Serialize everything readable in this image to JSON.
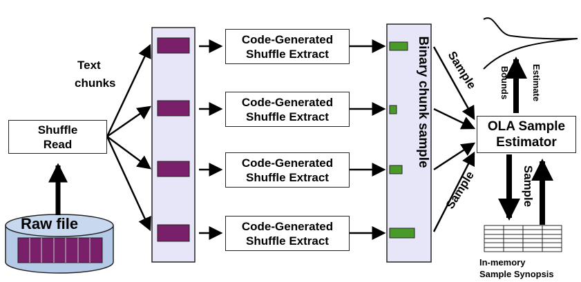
{
  "raw_file": {
    "label": "Raw file"
  },
  "shuffle_read": {
    "line1": "Shuffle",
    "line2": "Read"
  },
  "text_chunks": {
    "line1": "Text",
    "line2": "chunks"
  },
  "extract_boxes": [
    {
      "line1": "Code-Generated",
      "line2": "Shuffle Extract"
    },
    {
      "line1": "Code-Generated",
      "line2": "Shuffle Extract"
    },
    {
      "line1": "Code-Generated",
      "line2": "Shuffle Extract"
    },
    {
      "line1": "Code-Generated",
      "line2": "Shuffle Extract"
    }
  ],
  "binary_chunk_sample": {
    "label": "Binary chunk sample"
  },
  "sample_labels": {
    "upper": "Sample",
    "lower": "Sample",
    "vertical": "Sample"
  },
  "ola_estimator": {
    "line1": "OLA Sample",
    "line2": "Estimator"
  },
  "estimate_label": "Estimate",
  "bounds_label": "Bounds",
  "synopsis": {
    "line1": "In-memory",
    "line2": "Sample Synopsis"
  },
  "colors": {
    "chunk_purple": "#7a1f6a",
    "sample_green": "#4a9a2a",
    "column_fill": "#e6e6f8",
    "cylinder_fill": "#b4cae6"
  }
}
